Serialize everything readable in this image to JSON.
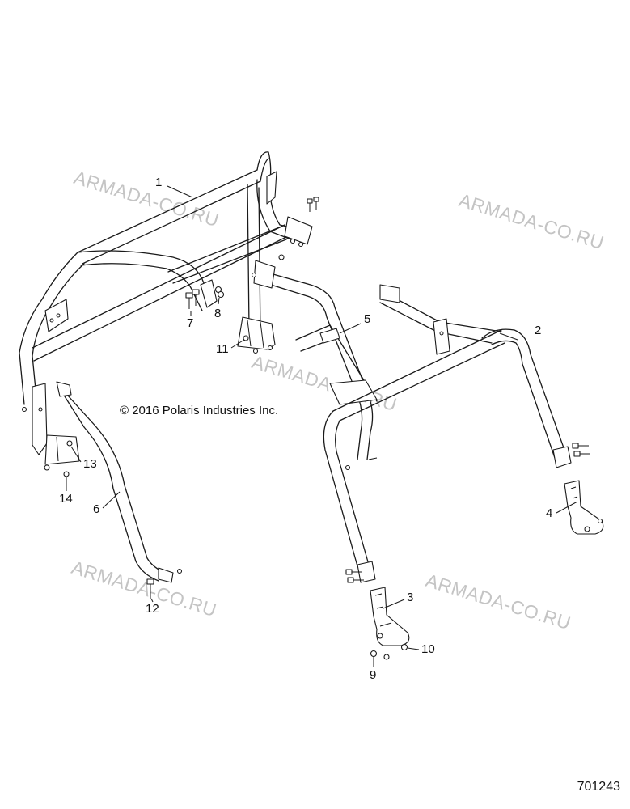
{
  "watermark": "ARMADA-CO.RU",
  "copyright": "© 2016 Polaris Industries Inc.",
  "drawing_number": "701243",
  "callouts": [
    "1",
    "2",
    "3",
    "4",
    "5",
    "6",
    "7",
    "8",
    "9",
    "10",
    "11",
    "12",
    "13",
    "14"
  ],
  "colors": {
    "line": "#1a1a1a",
    "watermark": "#c4c4c4",
    "background": "#ffffff"
  }
}
